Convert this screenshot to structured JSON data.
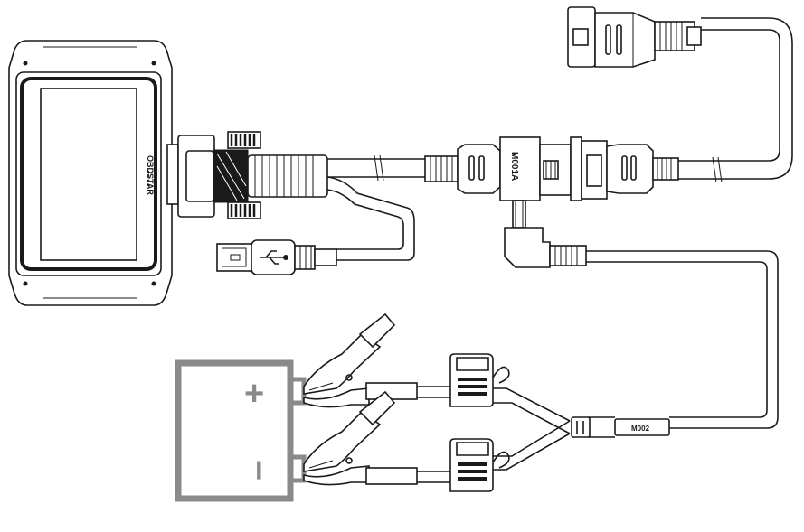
{
  "tablet": {
    "brand": "OBDSTAR"
  },
  "adapter_main": {
    "label": "M001A"
  },
  "adapter_inline": {
    "label": "M002"
  },
  "battery": {
    "positive": "+",
    "negative": "−"
  },
  "colors": {
    "line": "#1a1a1a",
    "battery": "#8a8a8a",
    "background": "#ffffff"
  }
}
